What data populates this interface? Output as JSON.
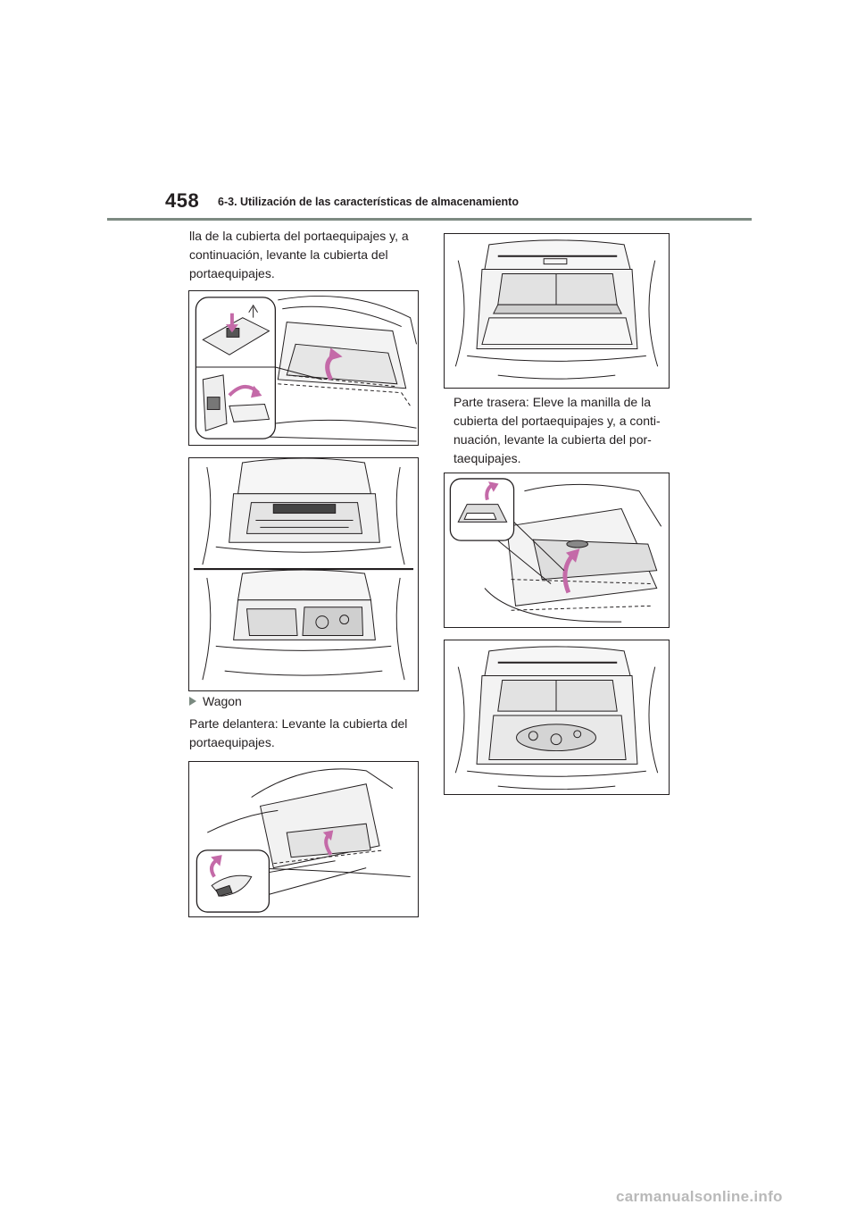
{
  "header": {
    "page_number": "458",
    "section": "6-3. Utilización de las características de almacenamiento"
  },
  "left_column": {
    "intro_lines": [
      "lla de la cubierta del portaequipajes y, a",
      "continuación, levante la cubierta del",
      "portaequipajes."
    ],
    "bullet_label": "Wagon",
    "front_lines": [
      "Parte delantera: Levante la cubierta del",
      "portaequipajes."
    ]
  },
  "right_column": {
    "rear_lines": [
      "Parte trasera: Eleve la manilla de la",
      "cubierta del portaequipajes y, a conti-",
      "nuación, levante la cubierta del por-",
      "taequipajes."
    ]
  },
  "watermark": "carmanualsonline.info",
  "colors": {
    "arrow": "#c46aa8",
    "rule": "#7d8a82",
    "bullet": "#7a8a80"
  }
}
